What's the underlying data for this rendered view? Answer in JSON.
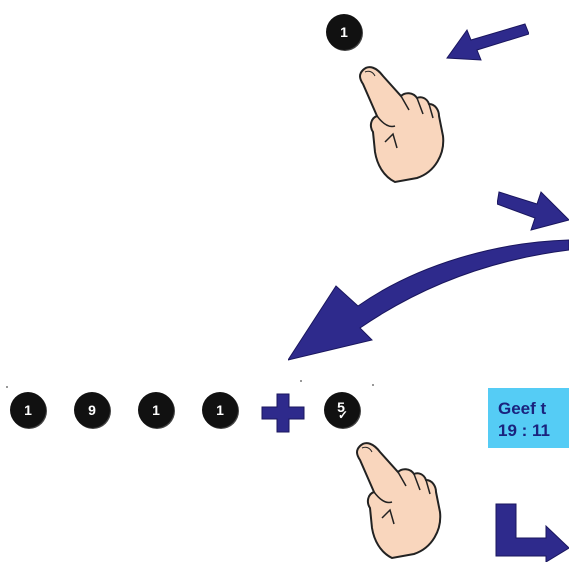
{
  "keypad": {
    "step1_key": "1",
    "sequence": [
      "1",
      "9",
      "1",
      "1"
    ],
    "plus_icon": "plus-icon",
    "confirm_key": "5",
    "confirm_mark": "✓"
  },
  "display": {
    "line1": "Geef t",
    "line2": "19 : 11"
  },
  "colors": {
    "arrow": "#2e2a8c",
    "display_bg": "#55ccf5",
    "display_text": "#1a237e",
    "key_bg": "#111111",
    "hand_fill": "#f9d6bd"
  }
}
